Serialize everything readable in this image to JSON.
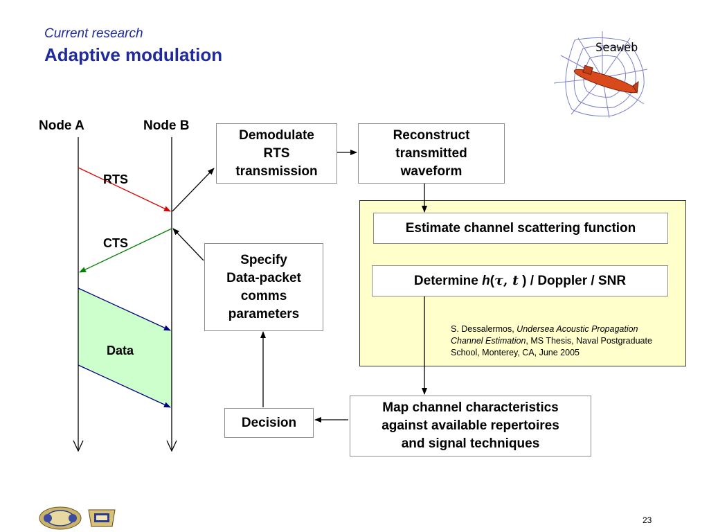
{
  "slide": {
    "title_line1": "Current research",
    "title_line2": "Adaptive modulation",
    "page_number": "23"
  },
  "seaweb": {
    "label": "Seaweb"
  },
  "timing": {
    "node_a": "Node A",
    "node_b": "Node B",
    "rts": "RTS",
    "cts": "CTS",
    "data": "Data"
  },
  "boxes": {
    "demodulate": [
      "Demodulate",
      "RTS",
      "transmission"
    ],
    "reconstruct": [
      "Reconstruct",
      "transmitted",
      "waveform"
    ],
    "estimate": "Estimate channel scattering function",
    "determine": {
      "prefix": "Determine ",
      "h": "h",
      "open": "(",
      "tau": "τ",
      "comma": ", ",
      "t": "t",
      "close": " ) / Doppler / SNR"
    },
    "specify": [
      "Specify",
      "Data-packet",
      "comms",
      "parameters"
    ],
    "decision": "Decision",
    "map": [
      "Map channel characteristics",
      "against available repertoires",
      "and signal techniques"
    ]
  },
  "citation": {
    "author": "S. Dessalermos, ",
    "title": "Undersea Acoustic Propagation Channel Estimation",
    "rest": ", MS Thesis, Naval Postgraduate School, Monterey, CA, June 2005"
  },
  "colors": {
    "title": "#1f2a9c",
    "rts_arrow": "#e00000",
    "cts_arrow": "#008000",
    "data_arrow": "#00007f",
    "data_fill": "#ccffcc",
    "panel_fill": "#ffffcc",
    "submarine": "#d84a1c"
  },
  "logos": [
    "onr-logo",
    "nps-logo"
  ]
}
